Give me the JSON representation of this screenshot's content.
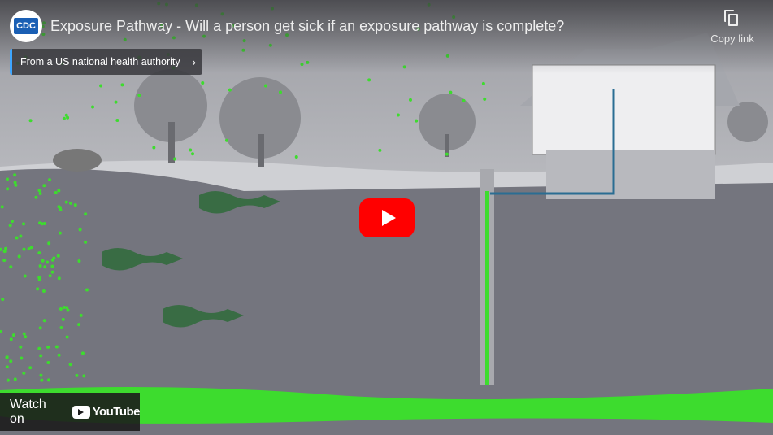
{
  "channel": {
    "logo_text": "CDC"
  },
  "video": {
    "title": "Exposure Pathway - Will a person get sick if an exposure pathway is complete?"
  },
  "authority_banner": {
    "label": "From a US national health authority"
  },
  "actions": {
    "copy_link": "Copy link"
  },
  "watch_on": {
    "label": "Watch on",
    "brand": "YouTube"
  },
  "colors": {
    "accent": "#ff0000",
    "contaminant": "#3ddc2e",
    "ground": "#74757e",
    "sky": "#d4d5d9"
  }
}
